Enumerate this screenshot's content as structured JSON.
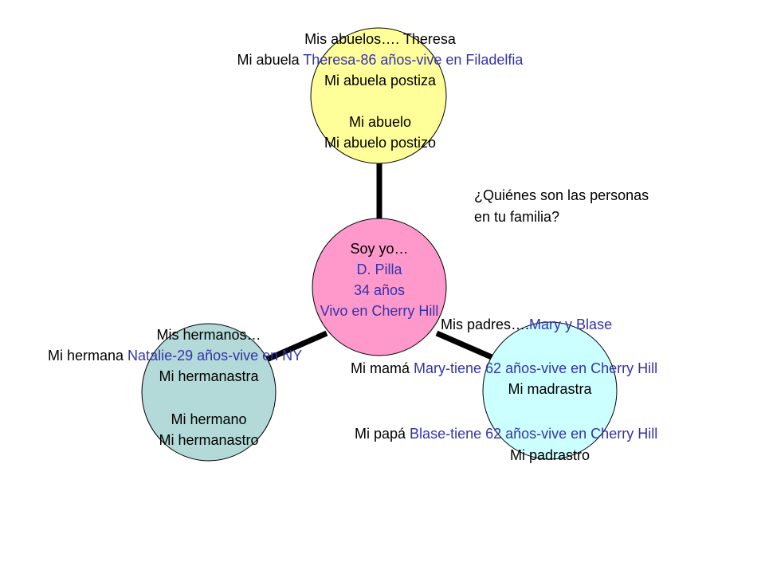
{
  "colors": {
    "grandparents_node": "#ffff99",
    "self_node": "#ff99cc",
    "siblings_node": "#b3d9d9",
    "parents_node": "#ccffff",
    "connector": "#000000",
    "highlight_text": "#3333aa"
  },
  "self": {
    "heading": "Soy yo…",
    "name": "D. Pilla",
    "age": "34 años",
    "location": "Vivo en Cherry Hill"
  },
  "grandparents": {
    "heading": "Mis abuelos…. Theresa",
    "grandmother_prefix": "Mi abuela ",
    "grandmother_detail": "Theresa-86 años-vive en Filadelfia",
    "step_grandmother": "Mi abuela postiza",
    "grandfather": "Mi abuelo",
    "step_grandfather": "Mi abuelo postizo"
  },
  "siblings": {
    "heading": "Mis hermanos…",
    "sister_prefix": "Mi hermana ",
    "sister_detail": "Natalie-29 años-vive en NY",
    "step_sister": "Mi hermanastra",
    "brother": "Mi hermano",
    "step_brother": "Mi hermanastro"
  },
  "parents": {
    "heading_prefix": "Mis padres….",
    "heading_names": "Mary y Blase",
    "mother_prefix": "Mi mamá ",
    "mother_detail": "Mary-tiene 62 años-vive en Cherry Hill",
    "stepmother": "Mi madrastra",
    "father_prefix": "Mi papá ",
    "father_detail": "Blase-tiene 62 años-vive en Cherry Hill",
    "stepfather": "Mi padrastro"
  },
  "question": {
    "line1": "¿Quiénes son las personas",
    "line2": "en tu familia?"
  }
}
